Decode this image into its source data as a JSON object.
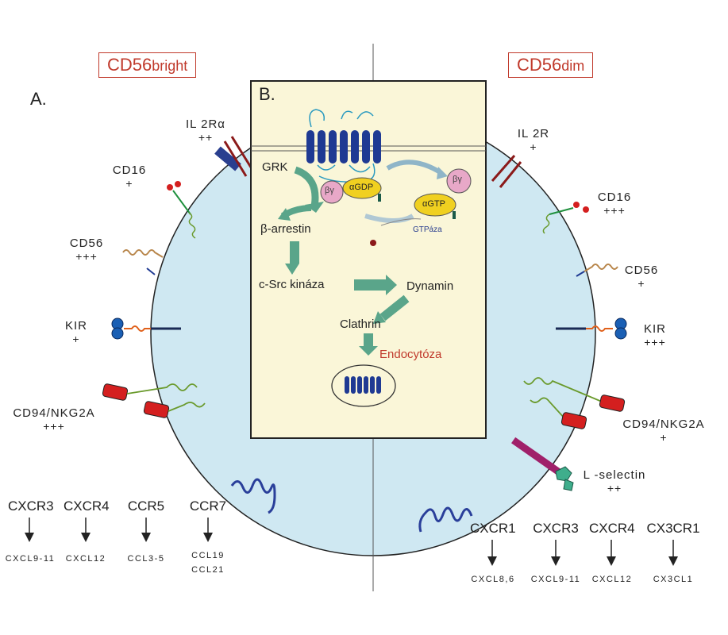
{
  "headers": {
    "left_title_main": "CD56",
    "left_title_sub": "bright",
    "right_title_main": "CD56",
    "right_title_sub": "dim",
    "section_a": "A.",
    "section_b": "B."
  },
  "left_markers": [
    {
      "name": "IL 2Rα",
      "level": "++"
    },
    {
      "name": "CD16",
      "level": "+"
    },
    {
      "name": "CD56",
      "level": "+++"
    },
    {
      "name": "KIR",
      "level": "+"
    },
    {
      "name": "CD94/NKG2A",
      "level": "+++"
    }
  ],
  "right_markers": [
    {
      "name": "IL 2R",
      "level": "+"
    },
    {
      "name": "CD16",
      "level": "+++"
    },
    {
      "name": "CD56",
      "level": "+"
    },
    {
      "name": "KIR",
      "level": "+++"
    },
    {
      "name": "CD94/NKG2A",
      "level": "+"
    },
    {
      "name": "L -selectin",
      "level": "++"
    }
  ],
  "left_chemokines": [
    {
      "receptor": "CXCR3",
      "ligand": "CXCL9-11"
    },
    {
      "receptor": "CXCR4",
      "ligand": "CXCL12"
    },
    {
      "receptor": "CCR5",
      "ligand": "CCL3-5"
    },
    {
      "receptor": "CCR7",
      "ligand": "CCL19",
      "ligand2": "CCL21"
    }
  ],
  "right_chemokines": [
    {
      "receptor": "CXCR1",
      "ligand": "CXCL8,6"
    },
    {
      "receptor": "CXCR3",
      "ligand": "CXCL9-11"
    },
    {
      "receptor": "CXCR4",
      "ligand": "CXCL12"
    },
    {
      "receptor": "CX3CR1",
      "ligand": "CX3CL1"
    }
  ],
  "pathway": {
    "grk": "GRK",
    "beta_gamma": "βγ",
    "alpha_gdp": "αGDP",
    "alpha_gtp": "αGTP",
    "gtpaza": "GTPáza",
    "beta_arrestin": "β-arrestin",
    "c_src": "c-Src kináza",
    "dynamin": "Dynamin",
    "clathrin": "Clathrin",
    "endocytosis": "Endocytóza"
  },
  "colors": {
    "cell_fill": "#cfe8f2",
    "panel_fill": "#faf6d8",
    "title_red": "#c0392b",
    "receptor_blue": "#1f3a93",
    "arrow_green": "#5aa58a",
    "kir_blue": "#1a5fb4",
    "cd94_red": "#d41f1f"
  }
}
